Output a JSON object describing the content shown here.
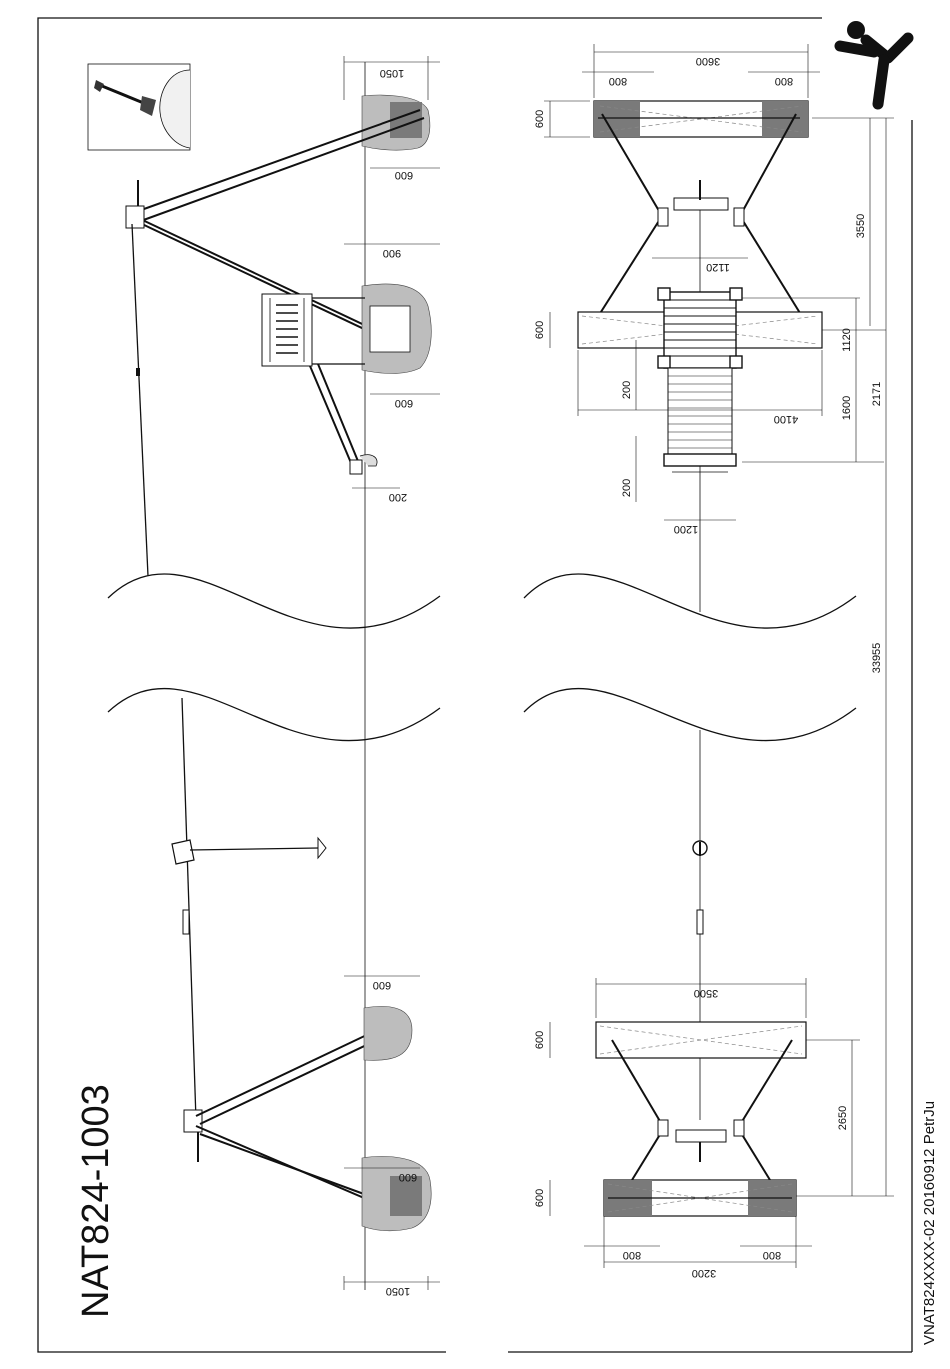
{
  "title": "NAT824-1003",
  "sidebar_code": "VNAT824XXXX-02 20160912  PetrJu",
  "logo_icon": "kids-jumping-logo-icon",
  "shovel_icon": "shovel-digging-icon",
  "colors": {
    "ink": "#111111",
    "soil": "#b4b4b4",
    "concrete": "#7a7a7a"
  },
  "side_view": {
    "top": {
      "d1050": "1050",
      "d600a": "600",
      "d900": "900",
      "d600b": "600",
      "d200": "200"
    },
    "bottom": {
      "d600a": "600",
      "d600b": "600",
      "d1050": "1050"
    }
  },
  "plan_view": {
    "top": {
      "d3600": "3600",
      "d800a": "800",
      "d800b": "800",
      "d600a": "600",
      "d3550": "3550",
      "d1120a": "1120",
      "d600b": "600",
      "d1120b": "1120",
      "d200a": "200",
      "d1600": "1600",
      "d2171": "2171",
      "d4100": "4100",
      "d200b": "200",
      "d1200": "1200"
    },
    "total": "33955",
    "bottom": {
      "d3500": "3500",
      "d600a": "600",
      "d2650": "2650",
      "d600b": "600",
      "d800a": "800",
      "d800b": "800",
      "d3200": "3200"
    }
  }
}
